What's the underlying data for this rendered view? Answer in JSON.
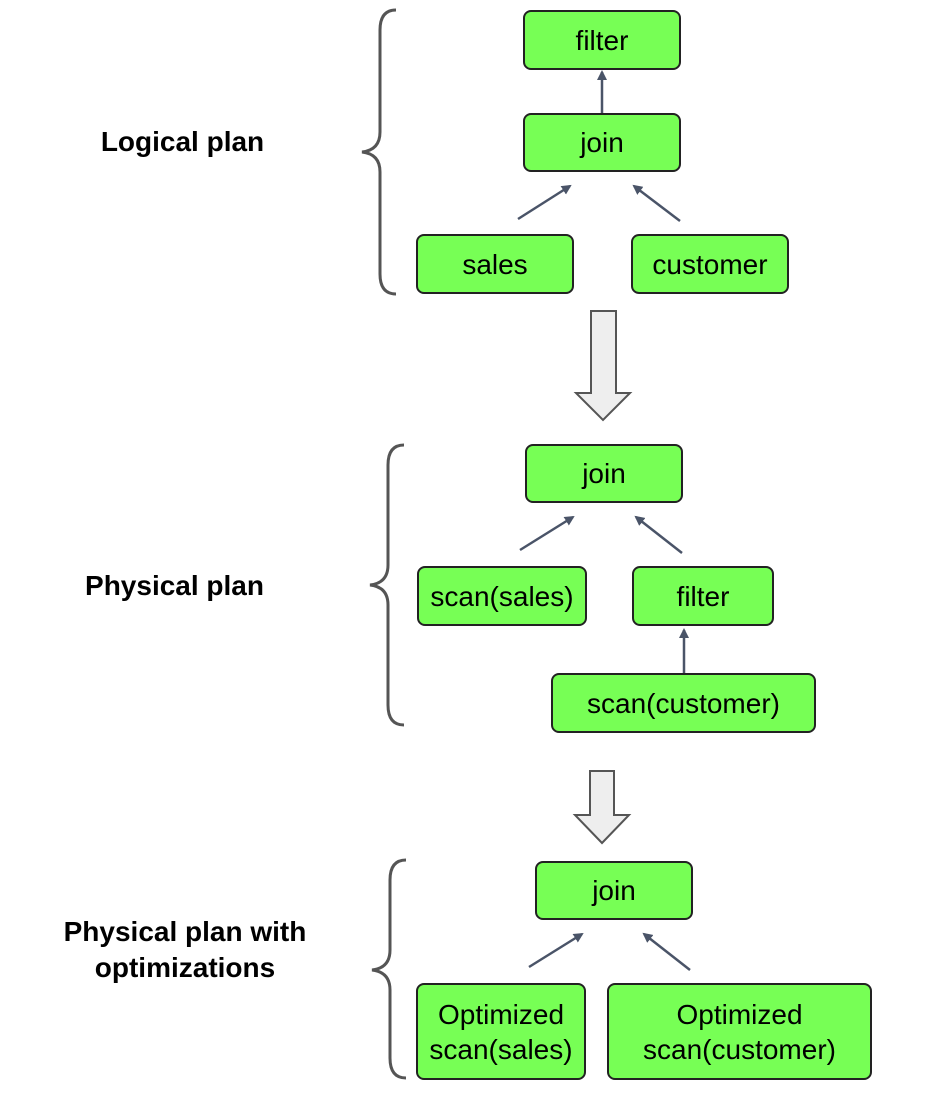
{
  "colors": {
    "node_fill": "#77ff55",
    "node_border": "#222222",
    "edge": "#4a5468",
    "brace": "#555555",
    "transition_arrow_fill": "#eeeeee",
    "transition_arrow_stroke": "#555555"
  },
  "sections": {
    "logical": {
      "label": "Logical plan",
      "nodes": {
        "filter": "filter",
        "join": "join",
        "sales": "sales",
        "customer": "customer"
      }
    },
    "physical": {
      "label": "Physical plan",
      "nodes": {
        "join": "join",
        "scan_sales": "scan(sales)",
        "filter": "filter",
        "scan_customer": "scan(customer)"
      }
    },
    "optimized": {
      "label_line1": "Physical plan with",
      "label_line2": "optimizations",
      "nodes": {
        "join": "join",
        "opt_sales_line1": "Optimized",
        "opt_sales_line2": "scan(sales)",
        "opt_customer_line1": "Optimized",
        "opt_customer_line2": "scan(customer)"
      }
    }
  }
}
